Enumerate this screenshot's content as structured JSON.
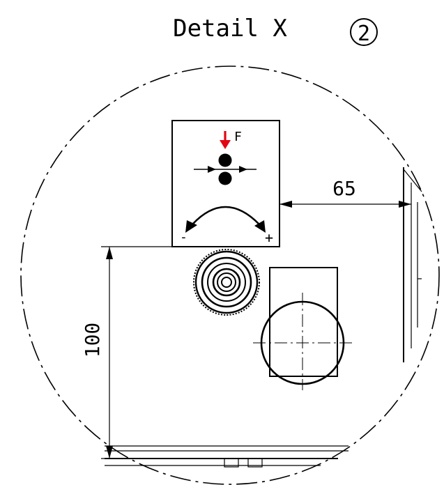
{
  "title": "Detail X",
  "detail_number": "2",
  "force_label": "F",
  "minus_label": "-",
  "plus_label": "+",
  "dim_horizontal": "65",
  "dim_vertical": "100",
  "colors": {
    "line": "#000000",
    "force_arrow": "#e30613",
    "background": "#ffffff"
  }
}
